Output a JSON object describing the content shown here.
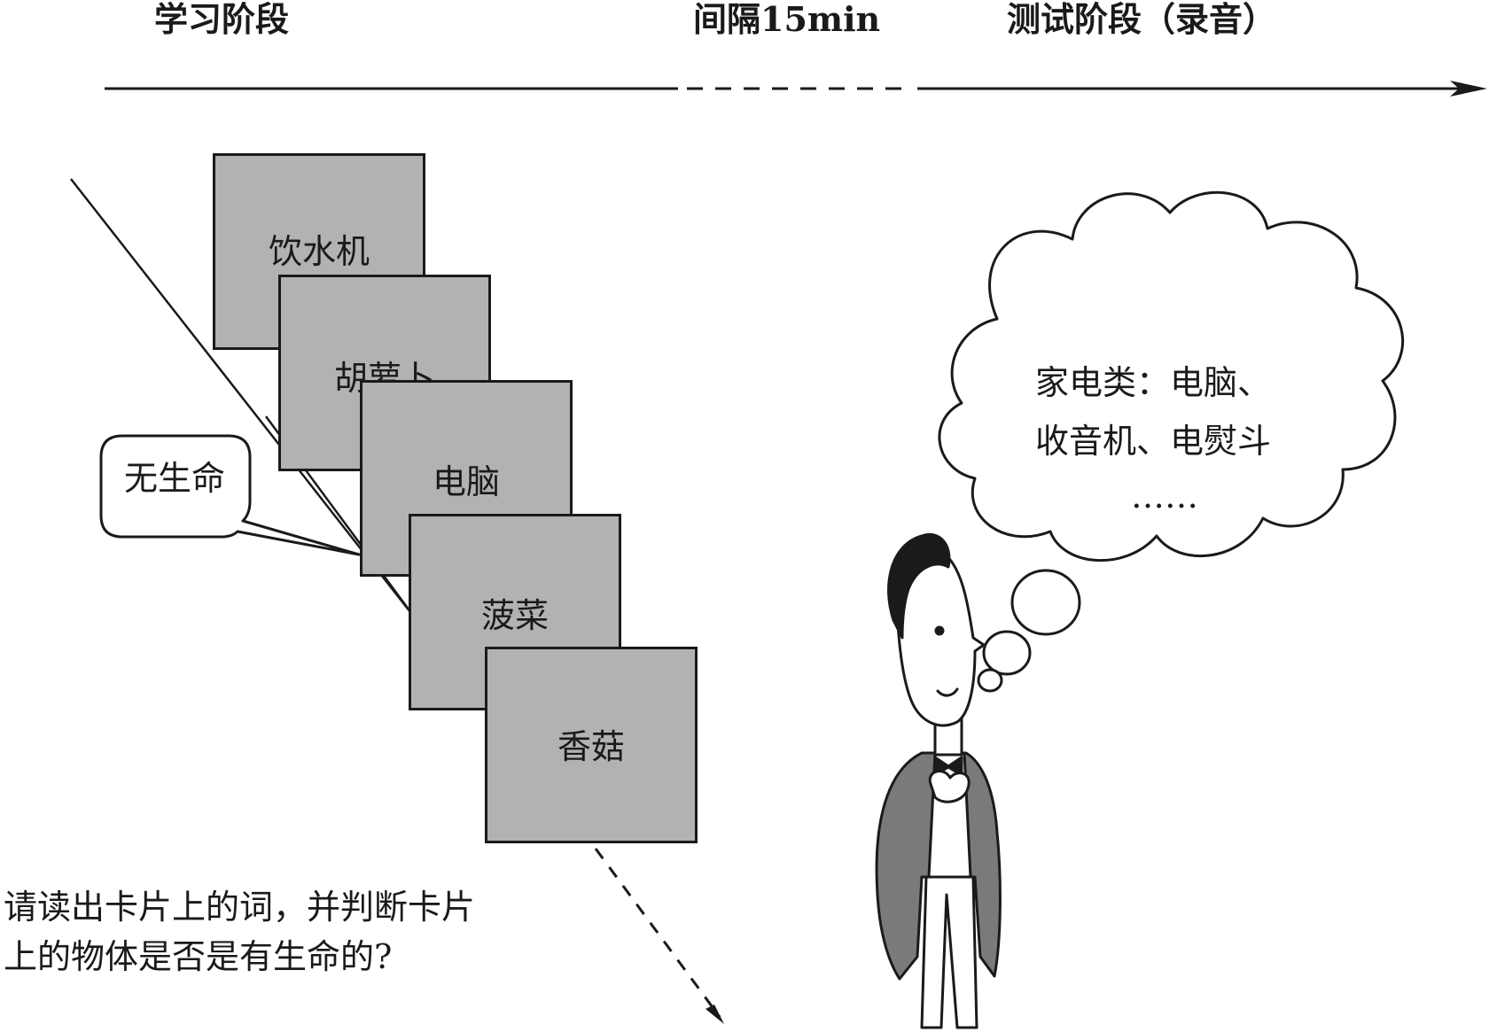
{
  "timeline": {
    "study_phase": "学习阶段",
    "interval": "间隔15min",
    "test_phase": "测试阶段（录音）"
  },
  "cards": [
    {
      "word": "饮水机"
    },
    {
      "word": "胡萝卜"
    },
    {
      "word": "电脑"
    },
    {
      "word": "菠菜"
    },
    {
      "word": "香菇"
    }
  ],
  "speech_bubble": {
    "text": "无生命"
  },
  "instruction": {
    "line1": "请读出卡片上的词，并判断卡片",
    "line2": "上的物体是否是有生命的?"
  },
  "thought_bubble": {
    "line1": "家电类：电脑、",
    "line2": "收音机、电熨斗",
    "line3": "……"
  },
  "colors": {
    "card_fill": "#b2b2b2",
    "ink": "#1a1a1a",
    "suit_gray": "#7a7a7a"
  }
}
